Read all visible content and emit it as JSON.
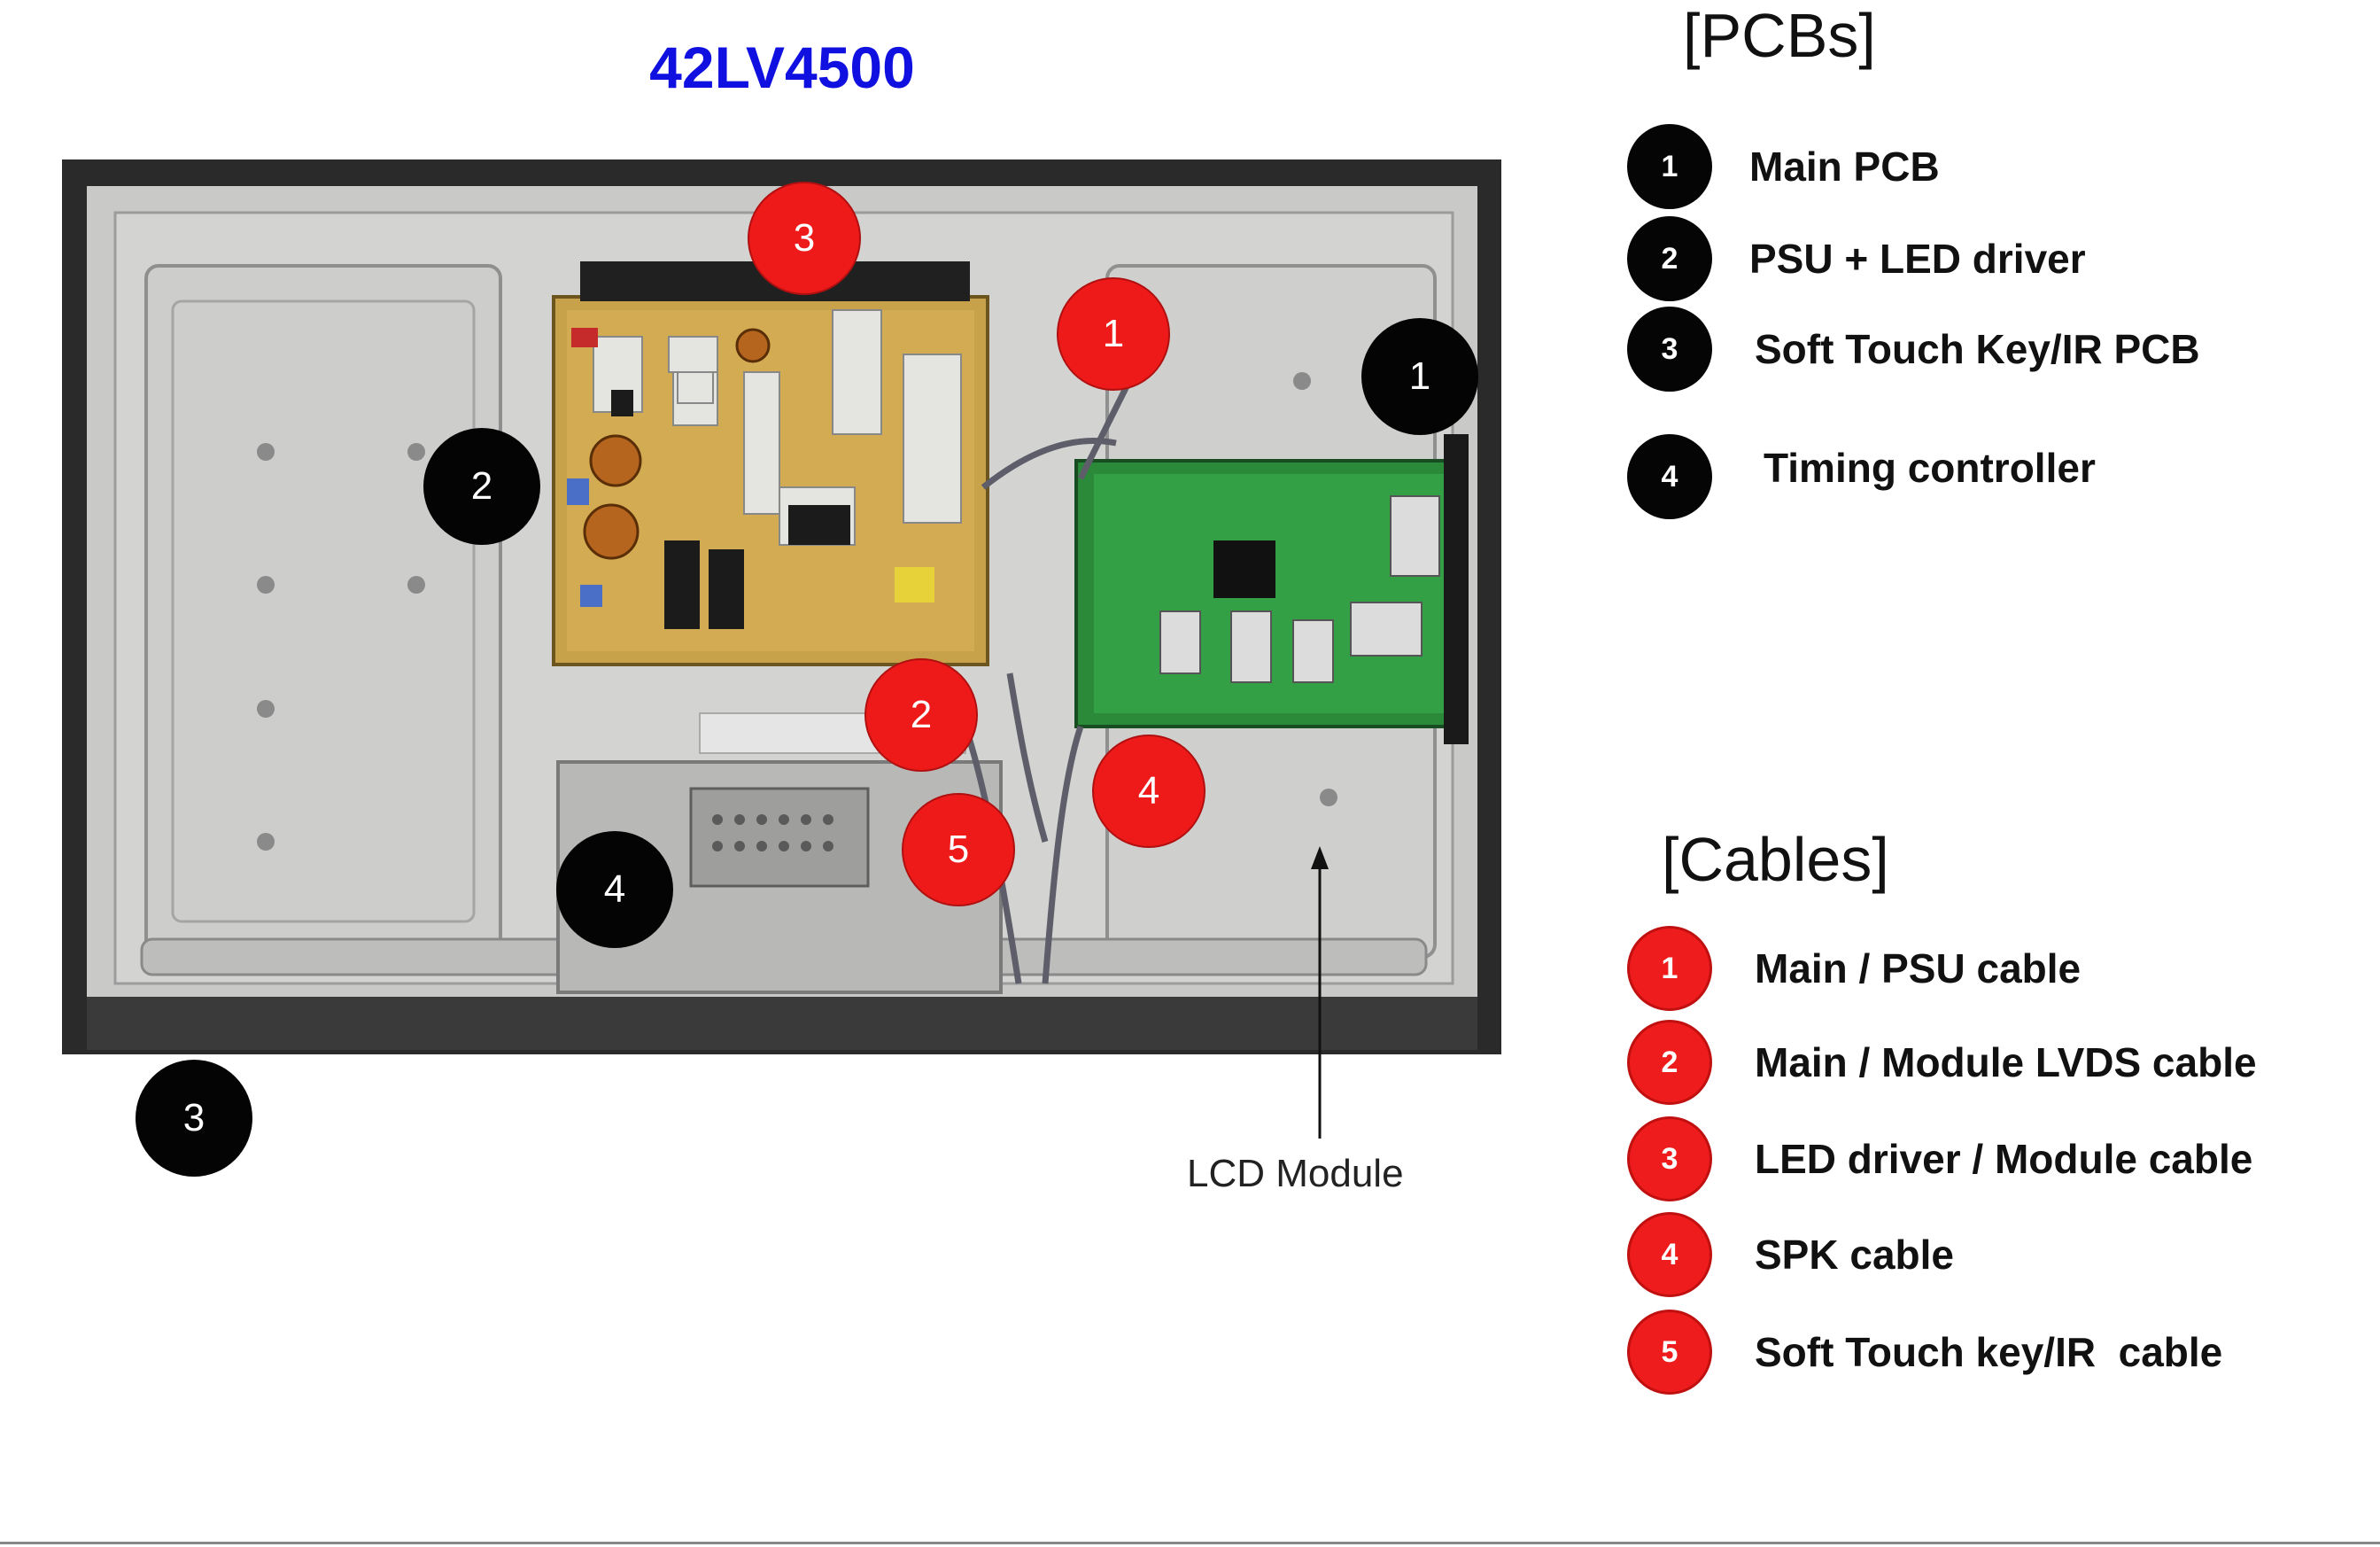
{
  "title": "42LV4500",
  "pcbs": {
    "heading": "[PCBs]",
    "items": [
      {
        "num": "1",
        "label": "Main PCB"
      },
      {
        "num": "2",
        "label": "PSU + LED driver"
      },
      {
        "num": "3",
        "label": "Soft Touch Key/IR PCB"
      },
      {
        "num": "4",
        "label": "Timing controller"
      }
    ]
  },
  "cables": {
    "heading": "[Cables]",
    "items": [
      {
        "num": "1",
        "label": "Main / PSU cable"
      },
      {
        "num": "2",
        "label": "Main / Module LVDS cable"
      },
      {
        "num": "3",
        "label": "LED driver / Module cable"
      },
      {
        "num": "4",
        "label": "SPK cable"
      },
      {
        "num": "5",
        "label": "Soft Touch key/IR  cable"
      }
    ]
  },
  "photo_markers": {
    "pcb": [
      "1",
      "2",
      "3",
      "4"
    ],
    "cable": [
      "1",
      "2",
      "3",
      "4",
      "5"
    ]
  },
  "lcd_label": "LCD Module",
  "colors": {
    "title": "#1010e0",
    "pcb_marker": "#050505",
    "cable_marker": "#ee1c1c"
  }
}
